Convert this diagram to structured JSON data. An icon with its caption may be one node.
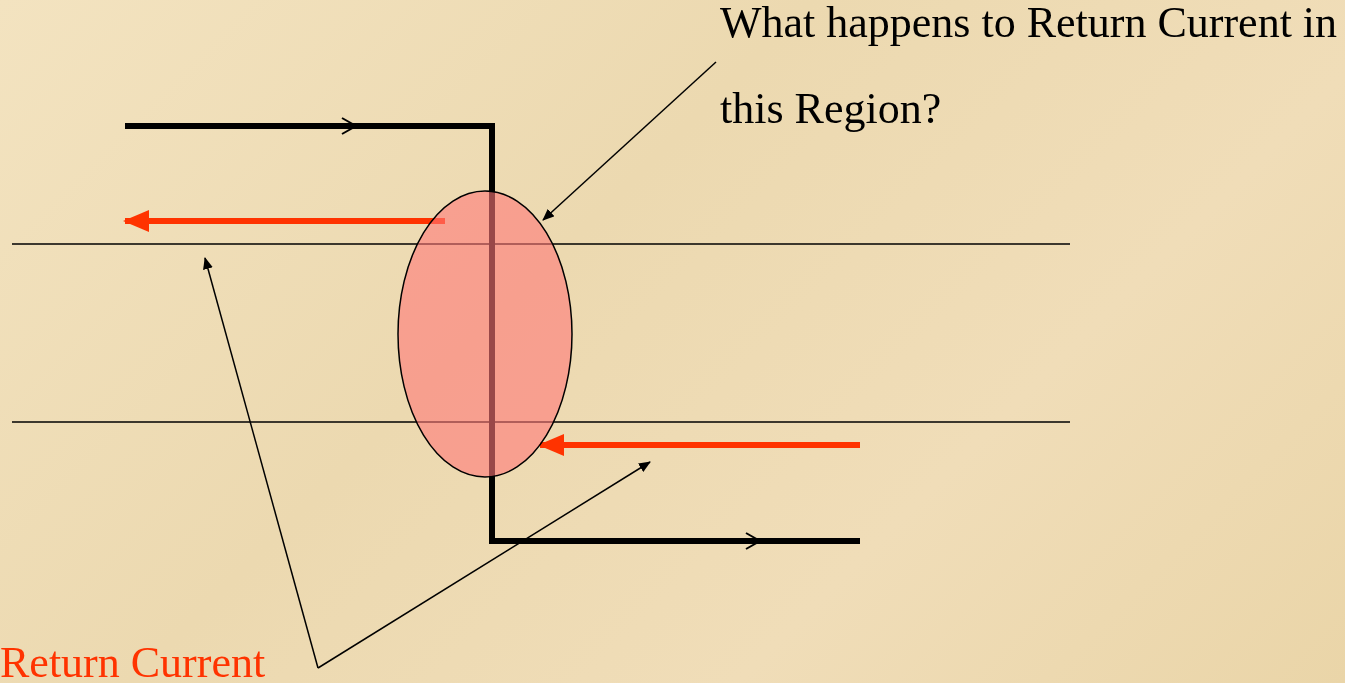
{
  "diagram": {
    "nodes": [
      {
        "text": [
          "What happens to Return Current in this Region?"
        ]
      },
      {
        "text": [],
        "shape": "ellipse"
      },
      {
        "text": [
          "Return Current"
        ]
      }
    ],
    "edges": [
      {
        "from": 0,
        "to": 1,
        "arrow": "to"
      },
      {
        "from": 2,
        "to": null,
        "arrow": "to"
      },
      {
        "from": 2,
        "to": null,
        "arrow": "to"
      }
    ]
  }
}
